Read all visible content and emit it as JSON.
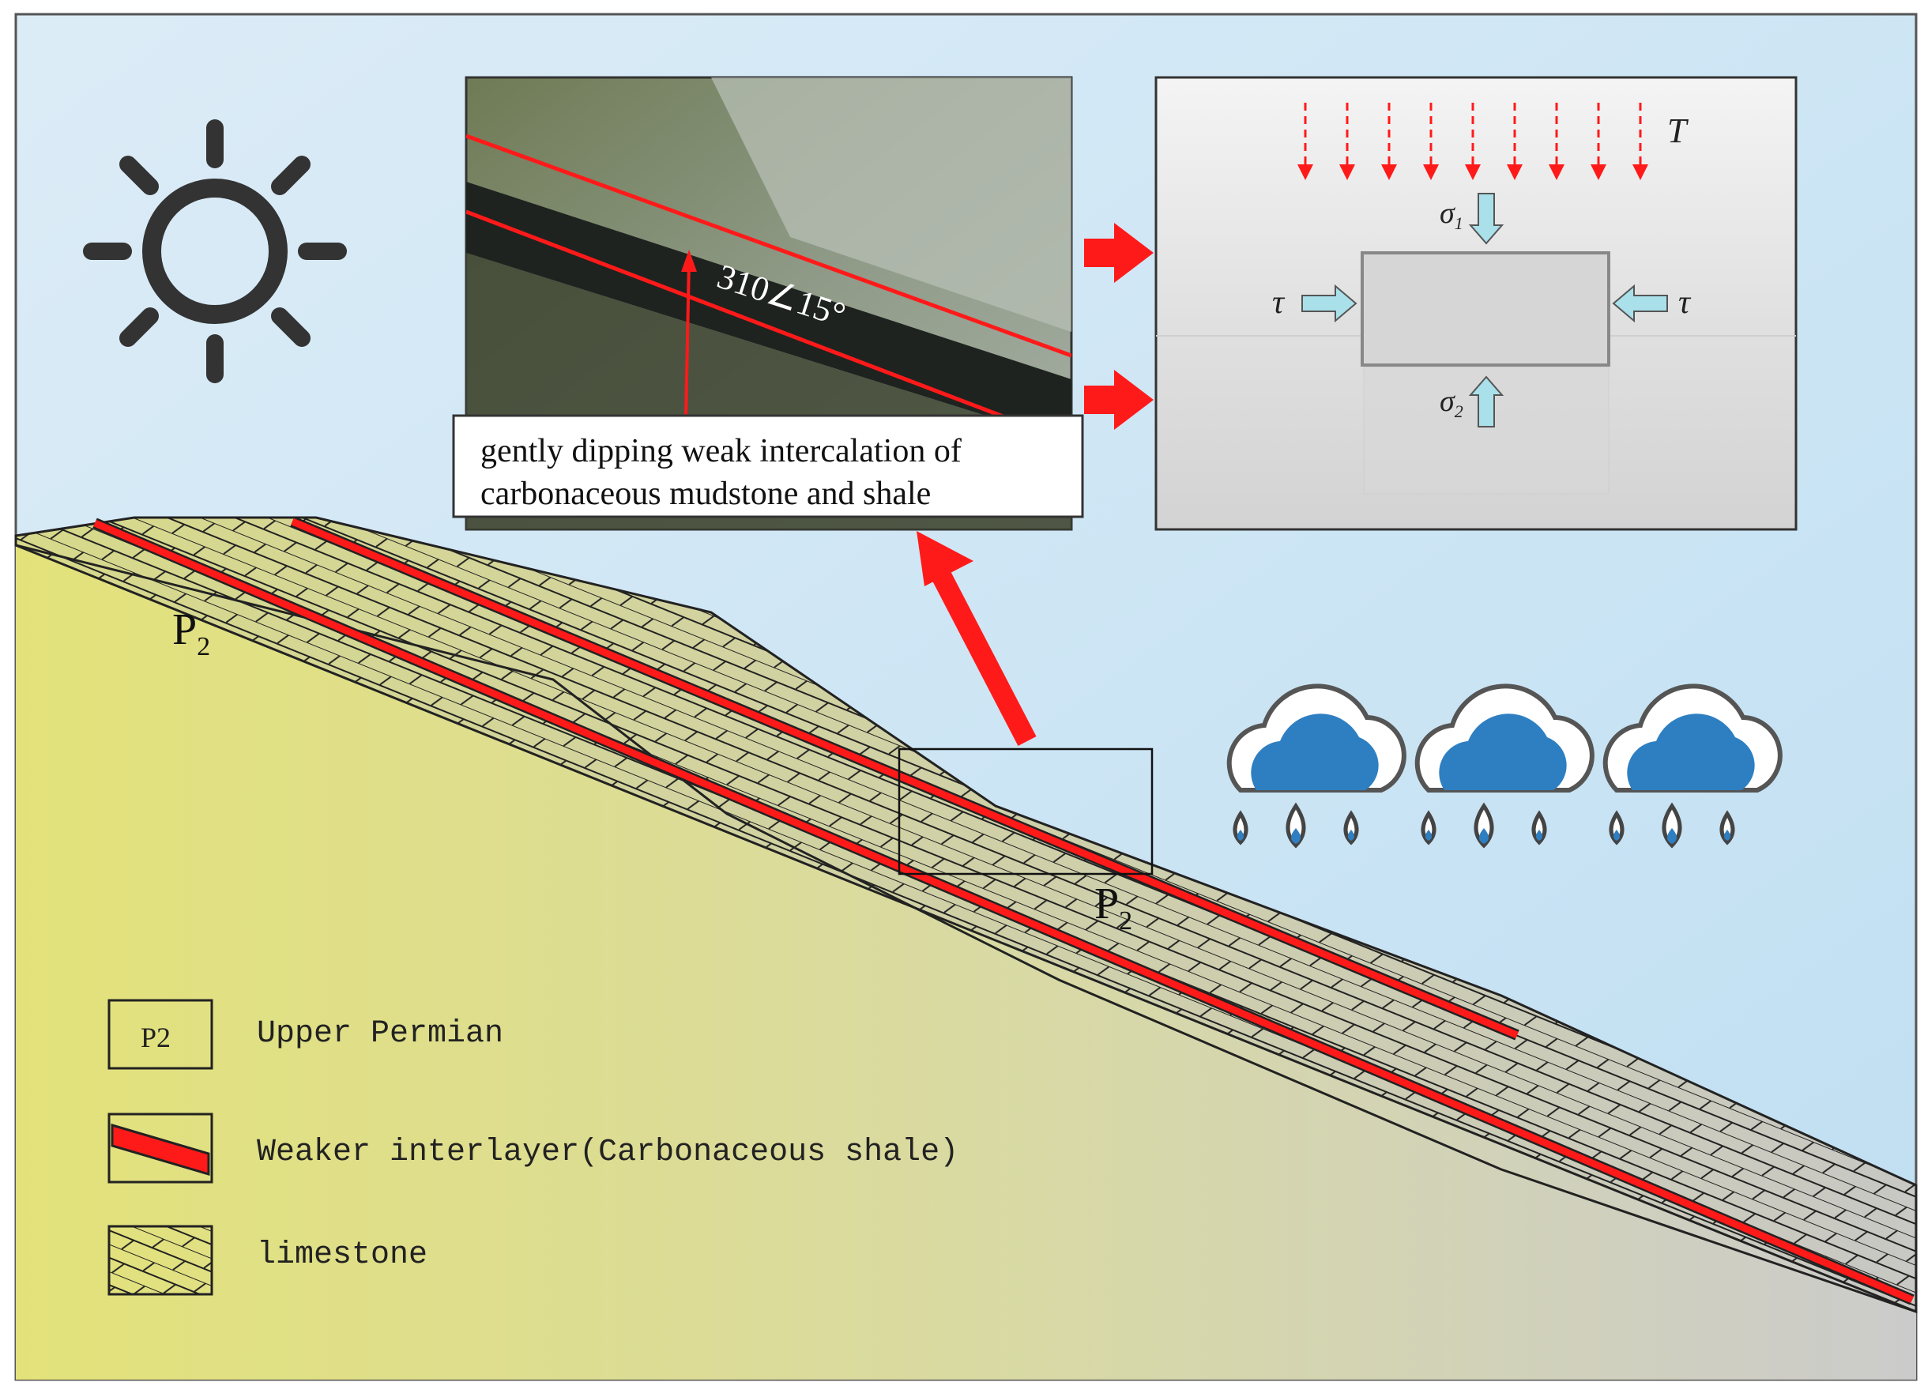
{
  "photo": {
    "dip_label": "310∠15°",
    "caption_line1": "gently dipping weak intercalation of",
    "caption_line2": "carbonaceous mudstone and shale"
  },
  "stress_box": {
    "label_T": "T",
    "label_sigma1": "σ",
    "label_sigma1_sub": "1",
    "label_sigma2": "σ",
    "label_sigma2_sub": "2",
    "label_tau_left": "τ",
    "label_tau_right": "τ"
  },
  "strata_labels": {
    "upper_left_main": "P",
    "upper_left_sub": "2",
    "mid_main": "P",
    "mid_sub": "2"
  },
  "legend": {
    "items": [
      {
        "symbol_text": "P2",
        "label": "Upper Permian"
      },
      {
        "symbol_text": "",
        "label": "Weaker interlayer(Carbonaceous shale)"
      },
      {
        "symbol_text": "",
        "label": "limestone"
      }
    ]
  },
  "icons": {
    "sun": "sun-icon",
    "rain": "rain-cloud-icon",
    "arrow": "red-arrow-icon"
  },
  "colors": {
    "sky_top": "#d3e7f5",
    "ground_left": "#e3e27a",
    "ground_right": "#cccccc",
    "red": "#ff1a1a",
    "cloud_blue": "#2e7fc1",
    "stress_arrow": "#a9e0ea"
  }
}
